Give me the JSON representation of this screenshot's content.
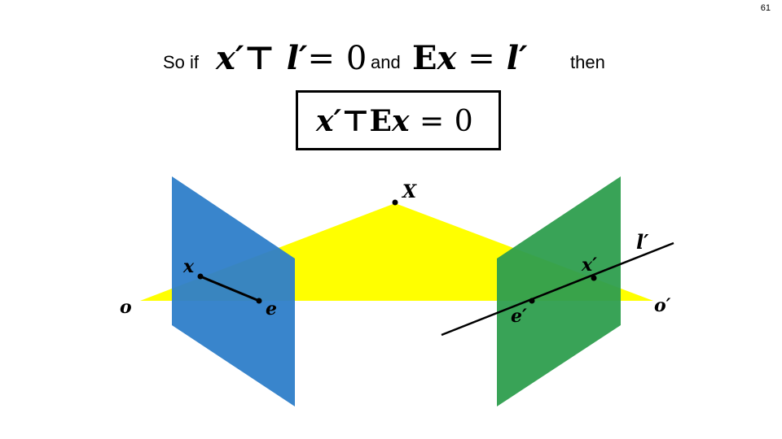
{
  "slide_number": "61",
  "text": {
    "so_if": "So if",
    "and": "and",
    "then": "then"
  },
  "equations": {
    "eq1": {
      "lhs": "x′⊤ l′",
      "eq": "=",
      "rhs": "0"
    },
    "eq2": {
      "E": "E",
      "x": "x",
      "eq": "=",
      "rhs": "l′"
    },
    "boxed": {
      "lhs": "x′⊤",
      "E": "E",
      "x": "x",
      "eq": "=",
      "rhs": "0"
    }
  },
  "figure": {
    "labels": {
      "X": "X",
      "x": "x",
      "o": "o",
      "e": "e",
      "x_prime": "x′",
      "e_prime": "e′",
      "o_prime": "o′",
      "l_prime": "l′"
    },
    "colors": {
      "left_plane": "#2e7ec9",
      "right_plane": "#2e9e4e",
      "epipolar_plane": "#ffff00"
    }
  }
}
